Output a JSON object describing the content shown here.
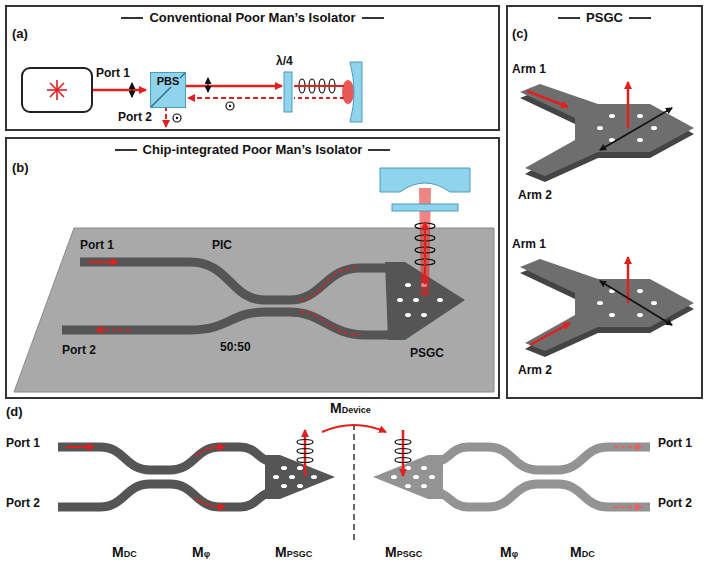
{
  "diagram": {
    "nodes": [
      {
        "text": [
          "Conventional Poor Man’s Isolator"
        ]
      },
      {
        "text": [
          "PBS"
        ],
        "in": 0
      },
      {
        "text": [
          "Chip-integrated Poor Man’s Isolator"
        ]
      },
      {
        "text": [
          "PSGC"
        ]
      }
    ],
    "labels": [
      "(a)",
      "Port 1",
      "Port 2",
      "λ/4",
      "(b)",
      "Port 1",
      "PIC",
      "50:50",
      "Port 2",
      "PSGC",
      "(c)",
      "Arm 1",
      "Arm 2",
      "Arm 1",
      "Arm 2",
      "(d)",
      "MDevice",
      "Port 1",
      "Port 2",
      "Port 1",
      "Port 2",
      "MDC",
      "Mφ",
      "MPSGC",
      "MPSGC",
      "Mφ",
      "MDC"
    ]
  }
}
